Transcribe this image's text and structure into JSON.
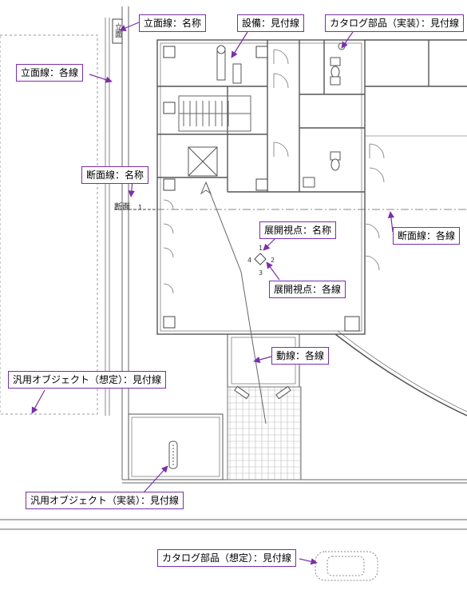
{
  "callouts": {
    "elev_name": "立面線：名称",
    "equipment": "設備：見付線",
    "catalog_actual": "カタログ部品（実装）：見付線",
    "elev_line": "立面線：各線",
    "section_name": "断面線：名称",
    "view_name": "展開視点：名称",
    "section_line": "断面線：各線",
    "view_line": "展開視点：各線",
    "flow_line": "動線：各線",
    "generic_assumed": "汎用オブジェクト（想定）：見付線",
    "generic_actual": "汎用オブジェクト（実装）：見付線",
    "catalog_assumed": "カタログ部品（想定）：見付線"
  },
  "plan_labels": {
    "elevation_mark": "立面",
    "section_mark": "断面",
    "section_num": "1",
    "view_1": "1",
    "view_2": "2",
    "view_3": "3",
    "view_4": "4"
  },
  "colors": {
    "callout_border": "#7b2fa8",
    "leader": "#7b2fa8",
    "plan_line": "#555555",
    "dashed": "#9a9a9a"
  }
}
